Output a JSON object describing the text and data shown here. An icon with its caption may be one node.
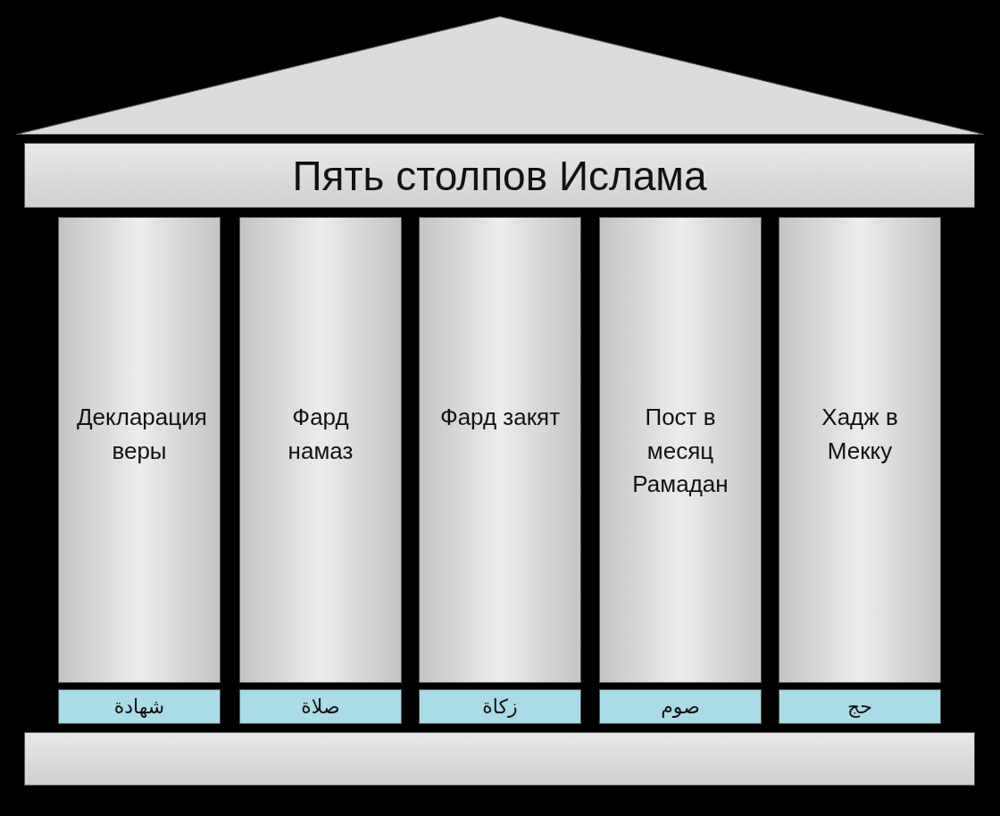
{
  "diagram": {
    "nodes": [
      {
        "text": [],
        "shape": "triangle"
      },
      {
        "text": [
          "Пять столпов Ислама"
        ]
      },
      {
        "text": [
          "Декларация веры"
        ]
      },
      {
        "text": [
          "Фард намаз"
        ]
      },
      {
        "text": [
          "Фард закят"
        ]
      },
      {
        "text": [
          "Пост в месяц Рамадан"
        ]
      },
      {
        "text": [
          "Хадж в Мекку"
        ]
      },
      {
        "text": [
          "شهادة"
        ]
      },
      {
        "text": [
          "صلاة"
        ]
      },
      {
        "text": [
          "زكاة"
        ]
      },
      {
        "text": [
          "صوم"
        ]
      },
      {
        "text": [
          "حج"
        ]
      },
      {
        "text": [],
        "shape": "bar"
      }
    ],
    "edges": []
  }
}
